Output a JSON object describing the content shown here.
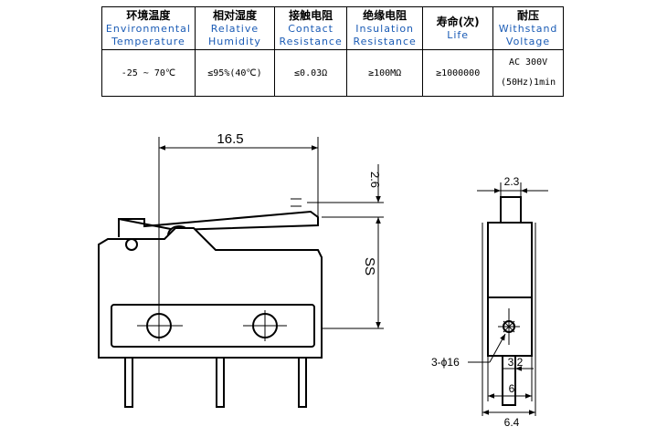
{
  "spec_table": {
    "headers": [
      {
        "zh": "环境温度",
        "en": [
          "Environmental",
          "Temperature"
        ]
      },
      {
        "zh": "相对湿度",
        "en": [
          "Relative",
          "Humidity"
        ]
      },
      {
        "zh": "接触电阻",
        "en": [
          "Contact",
          "Resistance"
        ]
      },
      {
        "zh": "绝缘电阻",
        "en": [
          "Insulation",
          "Resistance"
        ]
      },
      {
        "zh": "寿命(次)",
        "en": [
          "Life",
          ""
        ]
      },
      {
        "zh": "耐压",
        "en": [
          "Withstand",
          "Voltage"
        ]
      }
    ],
    "values": [
      "-25 ~ 70℃",
      "≤95%(40℃)",
      "≤0.03Ω",
      "≥100MΩ",
      "≥1000000",
      [
        "AC 300V",
        "(50Hz)1min"
      ]
    ]
  },
  "dimensions": {
    "overall_length": "16.5",
    "lever_offset": "2.6",
    "height": "SS",
    "width_top": "2.3",
    "hole_note": "3-ϕ16",
    "pin_pitch": "3.2",
    "width": "6",
    "overall_width": "6.4"
  }
}
